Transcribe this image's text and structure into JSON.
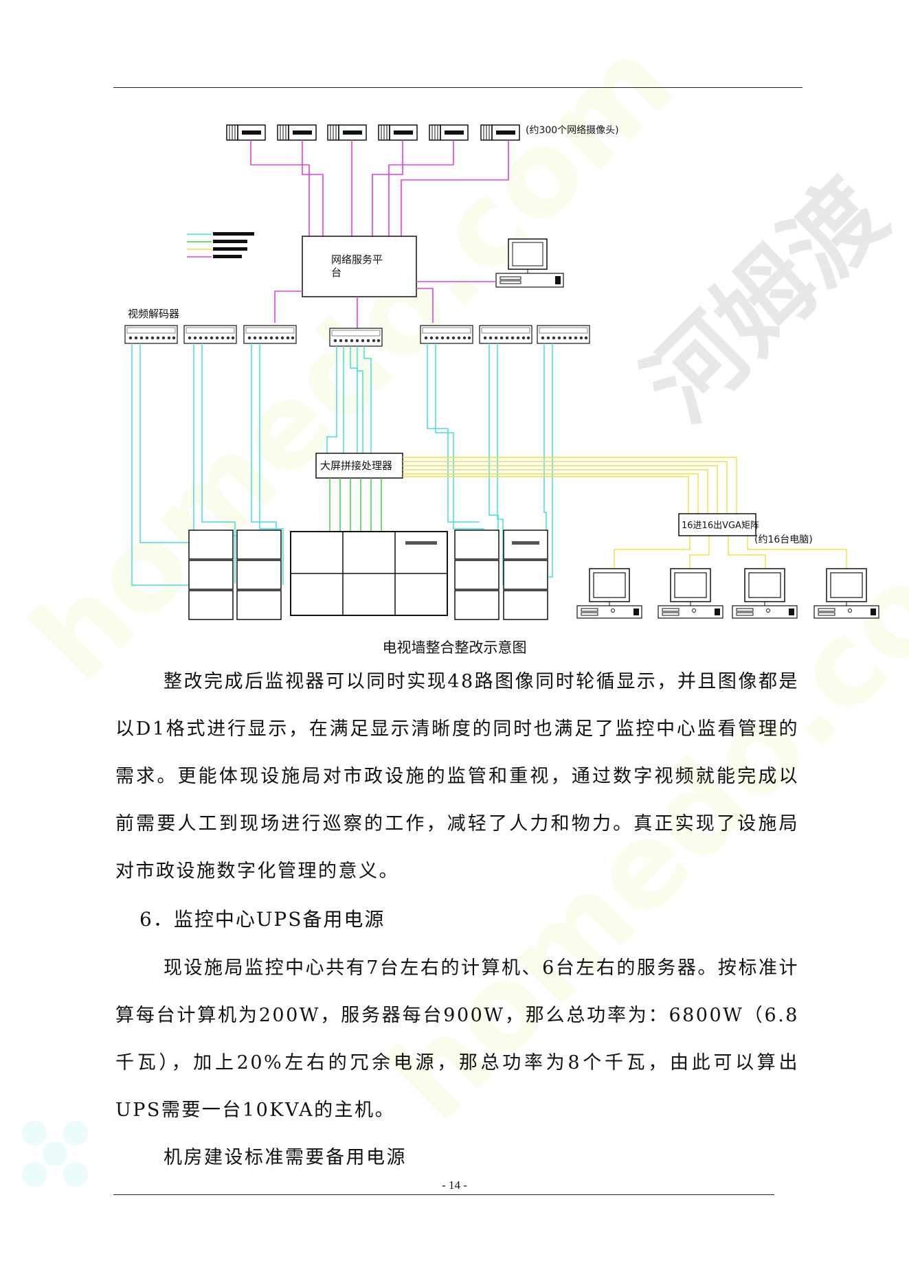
{
  "diagram": {
    "camera_note": "(约300个网络摄像头)",
    "server_label_1": "网络服务平",
    "server_label_2": "台",
    "decoder_label": "视频解码器",
    "splicer_label": "大屏拼接处理器",
    "matrix_label": "16进16出VGA矩阵",
    "pc_note": "(约16台电脑)",
    "colors": {
      "magenta": "#e040e0",
      "cyan": "#40e0e0",
      "green": "#40d040",
      "yellow": "#f0e040"
    }
  },
  "caption": "电视墙整合整改示意图",
  "paragraphs": {
    "p1": "整改完成后监视器可以同时实现48路图像同时轮循显示，并且图像都是以D1格式进行显示，在满足显示清晰度的同时也满足了监控中心监看管理的需求。更能体现设施局对市政设施的监管和重视，通过数字视频就能完成以前需要人工到现场进行巡察的工作，减轻了人力和物力。真正实现了设施局对市政设施数字化管理的意义。",
    "heading": "6．监控中心UPS备用电源",
    "p2": "现设施局监控中心共有7台左右的计算机、6台左右的服务器。按标准计算每台计算机为200W，服务器每台900W，那么总功率为：6800W（6.8千瓦），加上20%左右的冗余电源，那总功率为8个千瓦，由此可以算出UPS需要一台10KVA的主机。",
    "p3": "机房建设标准需要备用电源"
  },
  "footer": {
    "page_number": "- 14 -"
  },
  "watermark": {
    "brand_cn": "河姆渡",
    "brand_en": "homedo.com"
  }
}
